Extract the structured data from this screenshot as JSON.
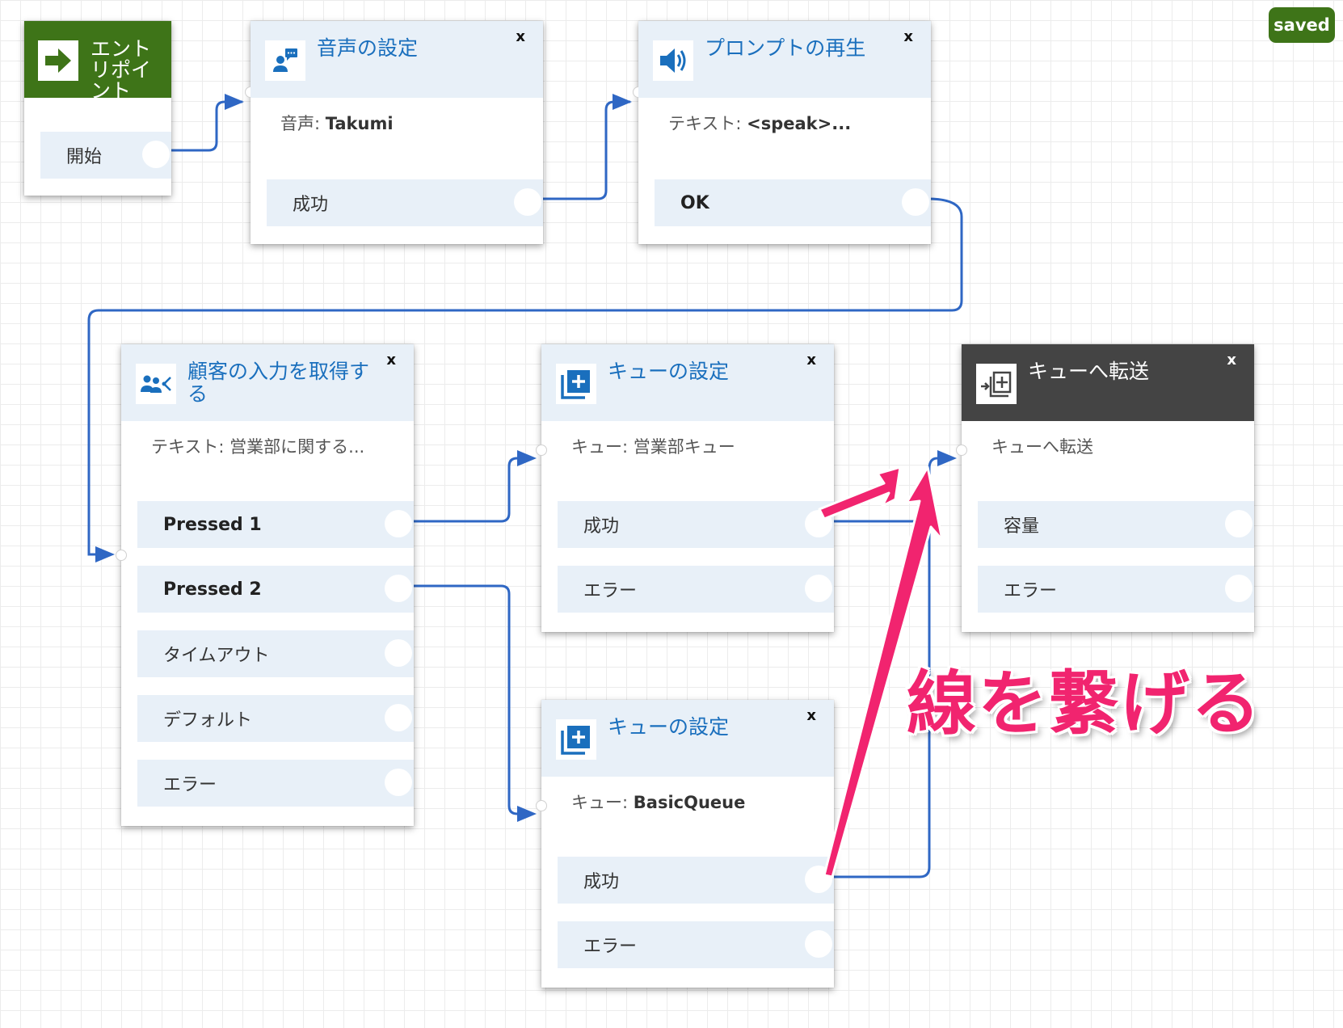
{
  "status": {
    "saved_label": "saved"
  },
  "colors": {
    "connector": "#2f67c4",
    "header_light": "#e8f0f8",
    "header_dark": "#444444",
    "entry_green": "#3e7418",
    "annotation": "#f1246f"
  },
  "entry": {
    "title": "エントリポイント",
    "icon": "arrow-right-icon",
    "branch": "開始"
  },
  "set_voice": {
    "title": "音声の設定",
    "icon": "speech-user-icon",
    "close": "x",
    "body_label": "音声:",
    "body_value": "Takumi",
    "branches": [
      "成功"
    ]
  },
  "play_prompt": {
    "title": "プロンプトの再生",
    "icon": "speaker-icon",
    "close": "x",
    "body_label": "テキスト:",
    "body_value": "<speak>...",
    "branches": [
      "OK"
    ]
  },
  "get_input": {
    "title": "顧客の入力を取得する",
    "icon": "branch-users-icon",
    "close": "x",
    "body_label": "テキスト:",
    "body_value": "営業部に関する...",
    "branches": [
      "Pressed 1",
      "Pressed 2",
      "タイムアウト",
      "デフォルト",
      "エラー"
    ]
  },
  "set_queue_1": {
    "title": "キューの設定",
    "icon": "queue-add-icon",
    "close": "x",
    "body_label": "キュー:",
    "body_value": "営業部キュー",
    "branches": [
      "成功",
      "エラー"
    ]
  },
  "set_queue_2": {
    "title": "キューの設定",
    "icon": "queue-add-icon",
    "close": "x",
    "body_label": "キュー:",
    "body_value": "BasicQueue",
    "branches": [
      "成功",
      "エラー"
    ]
  },
  "transfer": {
    "title": "キューへ転送",
    "icon": "transfer-queue-icon",
    "close": "x",
    "body_label": "キューへ転送",
    "body_value": "",
    "branches": [
      "容量",
      "エラー"
    ]
  },
  "annotation": {
    "text": "線を繋げる"
  }
}
